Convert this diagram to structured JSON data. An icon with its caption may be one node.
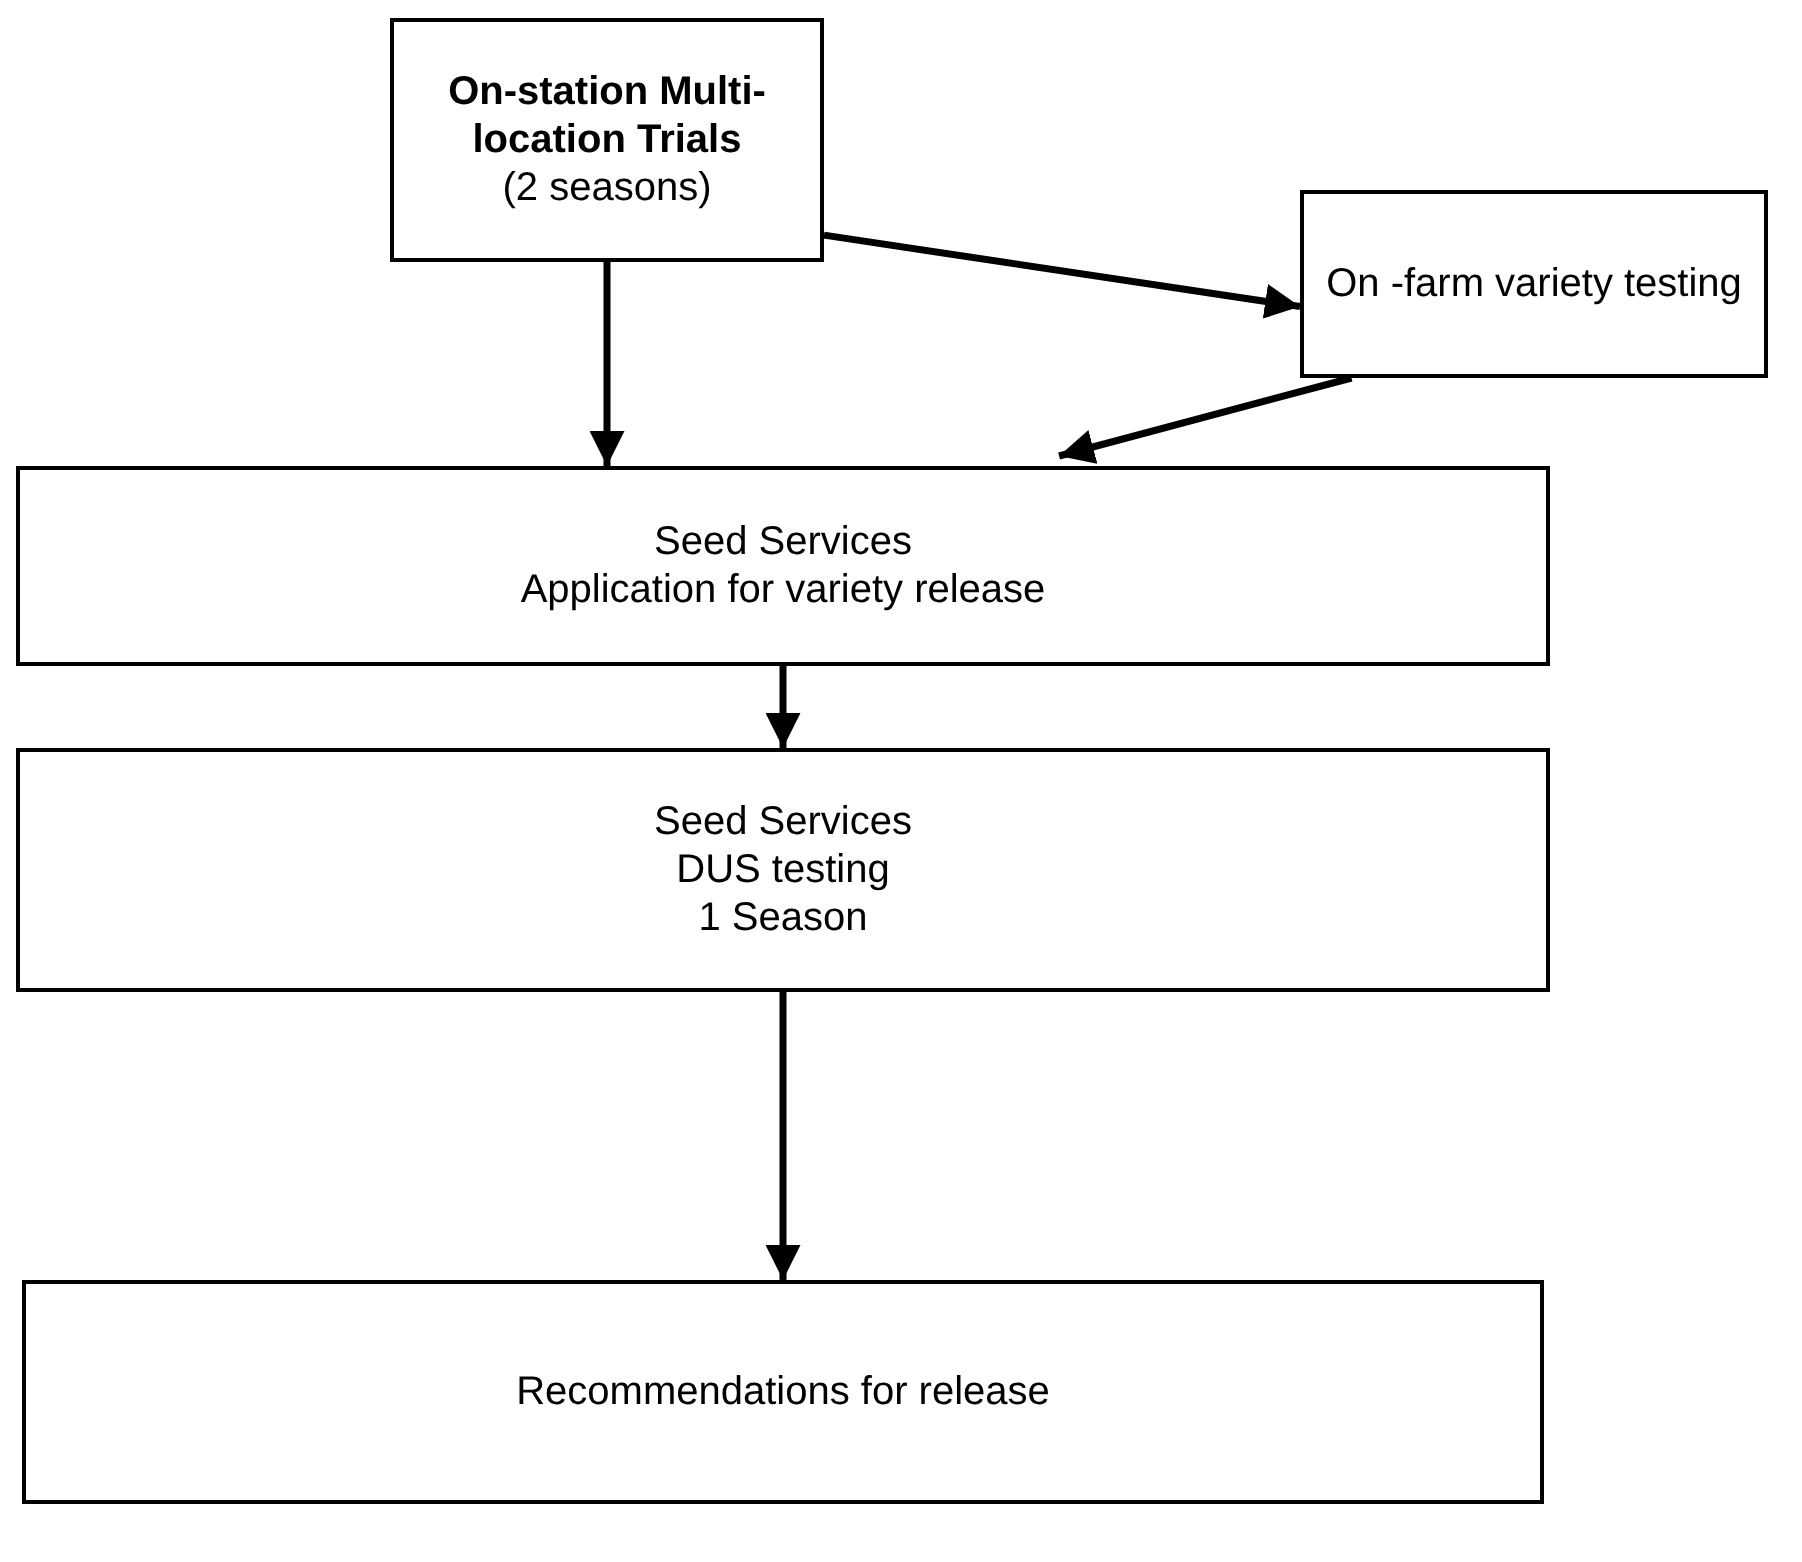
{
  "diagram": {
    "nodes": [
      {
        "text": [
          "On-station Multi-location Trials",
          "(2 seasons)"
        ]
      },
      {
        "text": [
          "On -farm variety testing"
        ]
      },
      {
        "text": [
          "Seed Services",
          "Application for variety release"
        ]
      },
      {
        "text": [
          "Seed Services",
          "DUS testing",
          "1 Season"
        ]
      },
      {
        "text": [
          "Recommendations for release"
        ]
      }
    ],
    "edges": [
      {
        "from": 0,
        "to": 2,
        "arrow": "to"
      },
      {
        "from": 0,
        "to": 1,
        "arrow": "to"
      },
      {
        "from": 1,
        "to": 2,
        "arrow": "to"
      },
      {
        "from": 2,
        "to": 3,
        "arrow": "to"
      },
      {
        "from": 3,
        "to": 4,
        "arrow": "to"
      }
    ]
  }
}
